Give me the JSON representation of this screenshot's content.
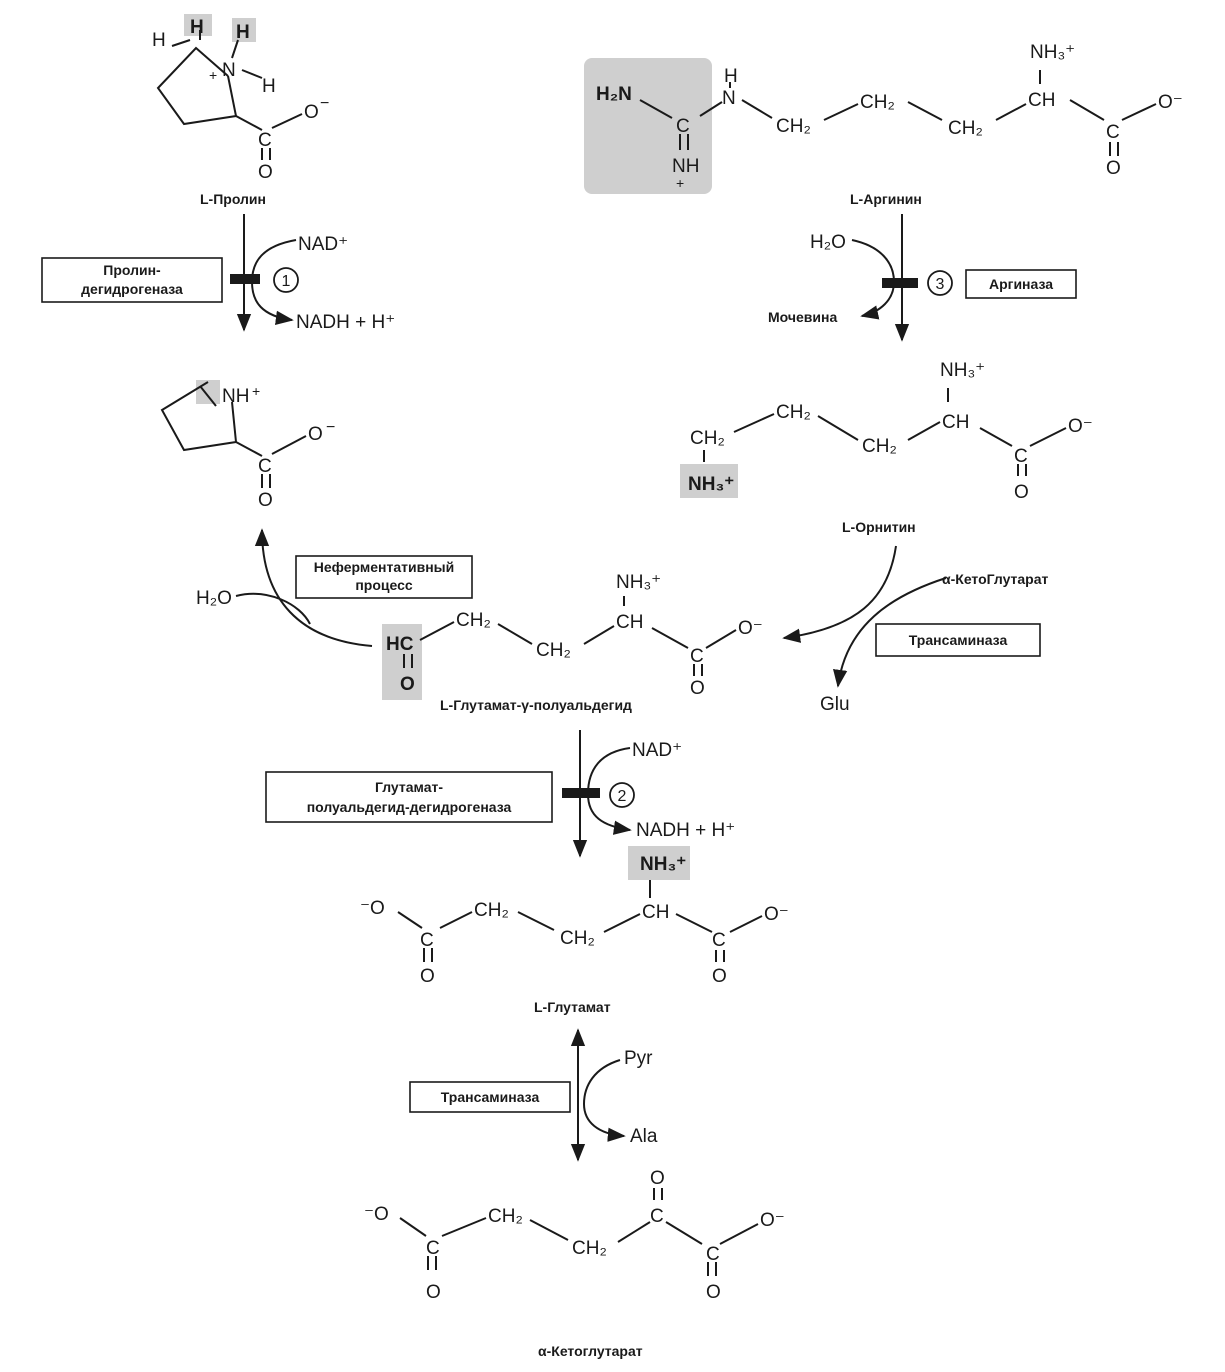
{
  "molecules": {
    "proline": {
      "name": "L-Пролин",
      "h1": "H",
      "h2": "H",
      "h3": "H",
      "h4": "H",
      "n": "N",
      "plus": "+",
      "o_minus": "O",
      "neg": "−",
      "c": "C",
      "o": "O"
    },
    "p5c": {
      "nh": "NH",
      "plus": "+",
      "o_minus": "O",
      "neg": "−",
      "c": "C",
      "o": "O"
    },
    "arginine": {
      "name": "L-Аргинин",
      "h2n": "H₂N",
      "h": "H",
      "n": "N",
      "c": "C",
      "nh_bottom": "NH",
      "plus": "+",
      "ch2": "CH₂",
      "nh3": "NH₃⁺",
      "ch": "CH",
      "o_minus": "O⁻",
      "o": "O"
    },
    "ornithine": {
      "name": "L-Орнитин",
      "ch2": "CH₂",
      "nh3": "NH₃⁺",
      "ch": "CH",
      "c": "C",
      "o_minus": "O⁻",
      "o": "O"
    },
    "gsa": {
      "name": "L-Глутамат-γ-полуальдегид",
      "hc": "HC",
      "o": "O",
      "ch2": "CH₂",
      "nh3": "NH₃⁺",
      "ch": "CH",
      "c": "C",
      "o_minus": "O⁻"
    },
    "glutamate": {
      "name": "L-Глутамат",
      "o_minus_left": "⁻O",
      "c": "C",
      "o": "O",
      "ch2": "CH₂",
      "nh3": "NH₃⁺",
      "ch": "CH",
      "o_minus": "O⁻"
    },
    "akg": {
      "name": "α-Кетоглутарат",
      "o_minus_left": "⁻O",
      "c": "C",
      "o": "O",
      "ch2": "CH₂",
      "o_minus": "O⁻"
    }
  },
  "reagents": {
    "nad1": "NAD⁺",
    "nadh1": "NADH + H⁺",
    "nad2": "NAD⁺",
    "nadh2": "NADH + H⁺",
    "h2o_arg": "H₂O",
    "urea": "Мочевина",
    "h2o_gsa": "H₂O",
    "akg_in": "α-КетоГлутарат",
    "glu_out": "Glu",
    "pyr": "Pyr",
    "ala": "Ala"
  },
  "enzymes": {
    "proline_dh_line1": "Пролин-",
    "proline_dh_line2": "дегидрогеназа",
    "arginase": "Аргиназа",
    "nonenzymatic_line1": "Неферментативный",
    "nonenzymatic_line2": "процесс",
    "transaminase_top": "Трансаминаза",
    "gsa_dh_line1": "Глутамат-",
    "gsa_dh_line2": "полуальдегид-дегидрогеназа",
    "transaminase_bottom": "Трансаминаза"
  },
  "steps": {
    "step1": "1",
    "step2": "2",
    "step3": "3"
  }
}
